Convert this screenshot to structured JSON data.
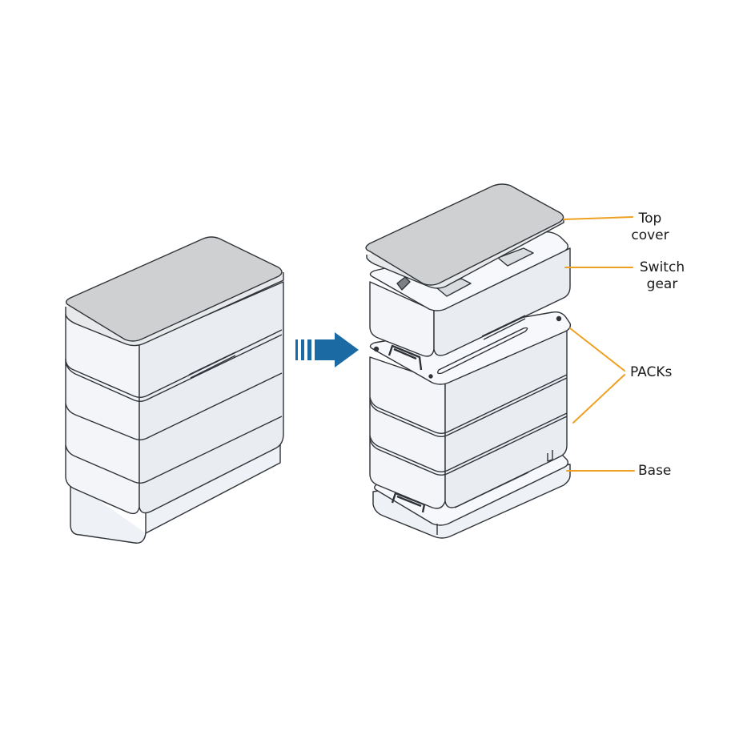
{
  "labels": {
    "top_cover": "Top\ncover",
    "switch_gear": "Switch\ngear",
    "packs": "PACKs",
    "base": "Base"
  },
  "colors": {
    "outline": "#2f3338",
    "body_fill": "#f3f5f8",
    "side_fill": "#e9ecf1",
    "cover_fill": "#cfd0d2",
    "arrow": "#1b6aa3",
    "callout_line": "#f0a020"
  },
  "icons": {
    "arrow": "right-arrow-icon"
  }
}
